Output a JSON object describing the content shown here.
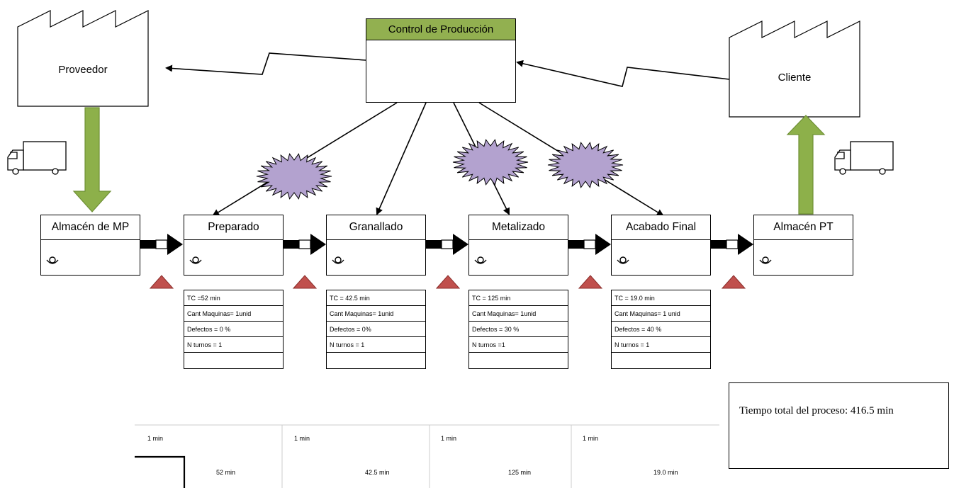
{
  "supplier": {
    "label": "Proveedor"
  },
  "customer": {
    "label": "Cliente"
  },
  "production_control": {
    "label": "Control de Producción"
  },
  "processes": [
    {
      "name": "Almacén de MP"
    },
    {
      "name": "Preparado"
    },
    {
      "name": "Granallado"
    },
    {
      "name": "Metalizado"
    },
    {
      "name": "Acabado Final"
    },
    {
      "name": "Almacén PT"
    }
  ],
  "data_boxes": [
    {
      "rows": [
        "TC =52 min",
        "Cant Maquinas= 1unid",
        "Defectos = 0 %",
        "N turnos = 1",
        ""
      ]
    },
    {
      "rows": [
        "TC = 42.5 min",
        "Cant Maquinas= 1unid",
        "Defectos = 0%",
        "N turnos = 1",
        ""
      ]
    },
    {
      "rows": [
        "TC = 125 min",
        "Cant Maquinas= 1unid",
        "Defectos = 30 %",
        "N turnos =1",
        ""
      ]
    },
    {
      "rows": [
        "TC = 19.0 min",
        "Cant Maquinas= 1 unid",
        "Defectos = 40 %",
        "N turnos = 1",
        ""
      ]
    }
  ],
  "timeline": {
    "wait_labels": [
      "1 min",
      "1 min",
      "1 min",
      "1 min"
    ],
    "process_labels": [
      "52 min",
      "42.5 min",
      "125 min",
      "19.0 min"
    ]
  },
  "total_time": {
    "text": "Tiempo total del proceso: 416.5 min"
  },
  "colors": {
    "control_header": "#92b050",
    "material_arrow": "#8db04a",
    "kaizen_burst": "#b3a2cf",
    "inventory_triangle": "#c0504d"
  },
  "icons": [
    "factory-icon",
    "truck-icon",
    "operator-icon",
    "push-arrow-icon",
    "inventory-triangle-icon",
    "kaizen-burst-icon",
    "electronic-info-arrow-icon"
  ]
}
